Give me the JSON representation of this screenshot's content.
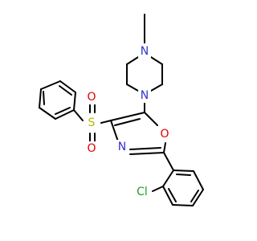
{
  "molecule": {
    "colors": {
      "bond": "#000000",
      "nitrogen": "#3333cc",
      "oxygen": "#e00000",
      "sulfur": "#b8b800",
      "chlorine": "#1fa01f",
      "background": "#ffffff"
    },
    "atom_labels": {
      "n_methyl": "N",
      "n_attach": "N",
      "s_sulfonyl": "S",
      "o_sulfonyl_top": "O",
      "o_sulfonyl_bottom": "O",
      "o_ring": "O",
      "n_ring": "N",
      "cl": "Cl"
    }
  }
}
